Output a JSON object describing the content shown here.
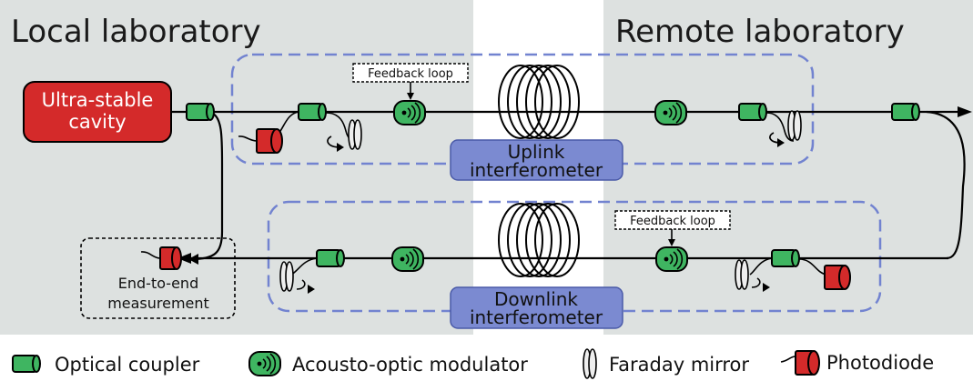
{
  "labs": {
    "local": "Local laboratory",
    "remote": "Remote laboratory"
  },
  "cavity": {
    "line1": "Ultra-stable",
    "line2": "cavity"
  },
  "uplink": {
    "line1": "Uplink",
    "line2": "interferometer"
  },
  "downlink": {
    "line1": "Downlink",
    "line2": "interferometer"
  },
  "feedback": {
    "top": "Feedback loop",
    "bottom": "Feedback loop"
  },
  "measurement": {
    "line1": "End-to-end",
    "line2": "measurement"
  },
  "legend": {
    "coupler": "Optical coupler",
    "aom": "Acousto-optic modulator",
    "faraday": "Faraday mirror",
    "photodiode": "Photodiode"
  },
  "colors": {
    "lab_bg": "#dde1e0",
    "cavity": "#d42a2a",
    "coupler": "#3fb561",
    "photodiode": "#d42a2a",
    "interferometer_box": "#7b8ad1",
    "dashed_border": "#7283d0"
  }
}
